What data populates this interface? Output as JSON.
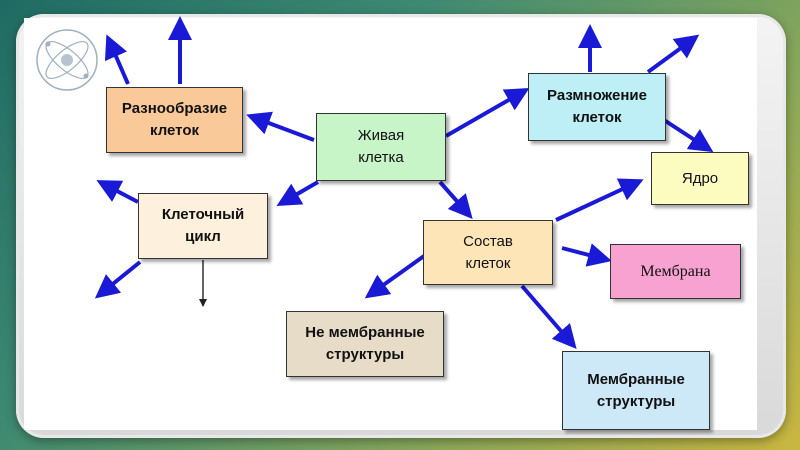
{
  "nodes": {
    "living_cell": "Живая\nклетка",
    "cell_diversity": "Разнообразие\nклеток",
    "cell_reproduction": "Размножение\nклеток",
    "nucleus": "Ядро",
    "cell_cycle": "Клеточный\nцикл",
    "cell_composition": "Состав\nклеток",
    "membrane": "Мембрана",
    "non_membrane_structures": "Не мембранные\nструктуры",
    "membrane_structures": "Мембранные\nструктуры"
  },
  "colors": {
    "arrow": "#1a1ad6",
    "living_cell": "#c8f5c8",
    "cell_diversity": "#f9c99a",
    "cell_reproduction": "#bfeff6",
    "nucleus": "#fdfcc0",
    "cell_cycle": "#fdf0dc",
    "cell_composition": "#fde5b8",
    "membrane": "#f8a2d2",
    "non_membrane_structures": "#e7dcc8",
    "membrane_structures": "#cde8f7"
  }
}
